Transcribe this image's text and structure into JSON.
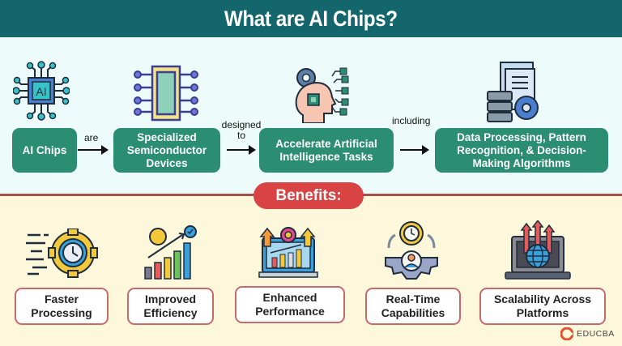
{
  "title": "What are AI Chips?",
  "flow": {
    "nodes": [
      {
        "label": "AI Chips",
        "icon": "ai-chip-icon"
      },
      {
        "label": "Specialized Semiconductor Devices",
        "icon": "semiconductor-chip-icon"
      },
      {
        "label": "Accelerate Artificial Intelligence Tasks",
        "icon": "brain-checklist-icon"
      },
      {
        "label": "Data Processing, Pattern Recognition, & Decision-Making Algorithms",
        "icon": "data-server-gear-icon"
      }
    ],
    "connectors": [
      {
        "label": "are"
      },
      {
        "label": "designed to"
      },
      {
        "label": "including"
      }
    ]
  },
  "benefits": {
    "heading": "Benefits:",
    "items": [
      {
        "label": "Faster Processing",
        "icon": "fast-gear-clock-icon"
      },
      {
        "label": "Improved Efficiency",
        "icon": "growth-bar-chart-icon"
      },
      {
        "label": "Enhanced Performance",
        "icon": "laptop-performance-icon"
      },
      {
        "label": "Real-Time Capabilities",
        "icon": "realtime-gear-user-icon"
      },
      {
        "label": "Scalability Across Platforms",
        "icon": "laptop-globe-icon"
      }
    ]
  },
  "colors": {
    "header": "#13666b",
    "green_box": "#2b8d72",
    "benefits_red": "#d94343",
    "top_bg": "#edfcfb",
    "bottom_bg": "#fdf7dc"
  },
  "brand": {
    "name": "EDUCBA"
  }
}
